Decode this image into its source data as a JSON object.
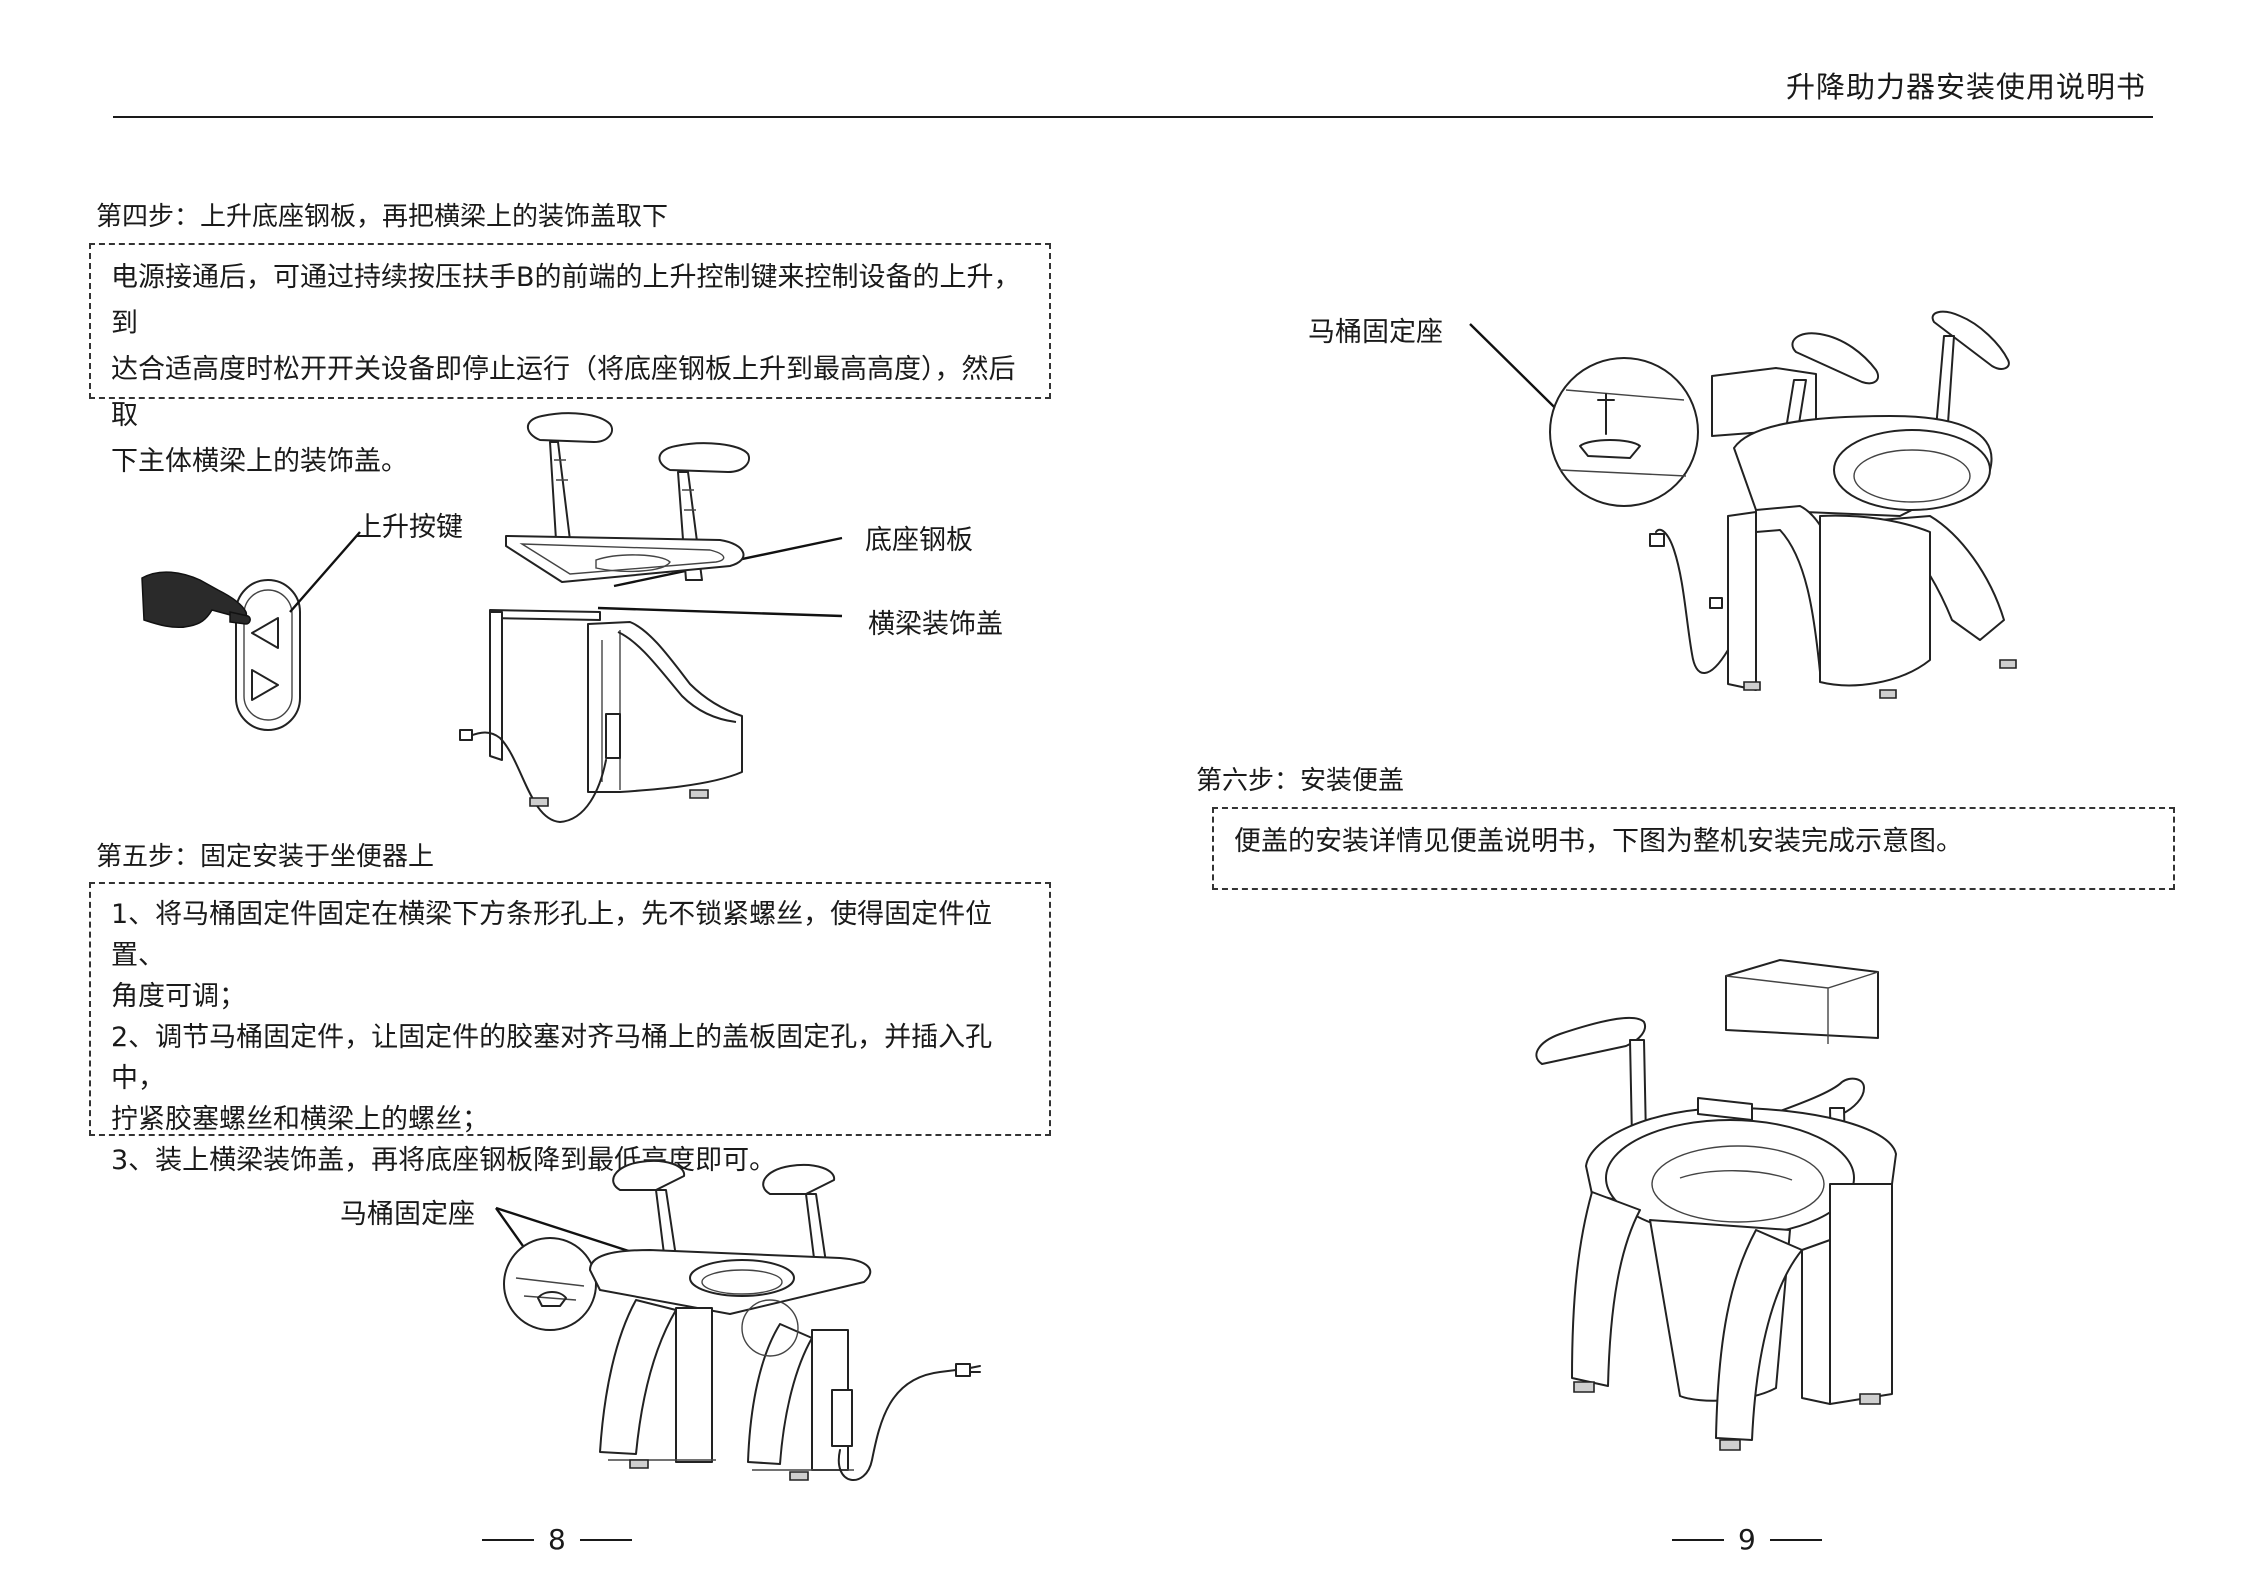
{
  "header": {
    "title": "升降助力器安装使用说明书"
  },
  "step4": {
    "heading": "第四步：上升底座钢板，再把横梁上的装饰盖取下",
    "lines": [
      "电源接通后，可通过持续按压扶手B的前端的上升控制键来控制设备的上升，到",
      "达合适高度时松开开关设备即停止运行（将底座钢板上升到最高高度），然后取",
      "下主体横梁上的装饰盖。"
    ],
    "callouts": {
      "button": "上升按键",
      "plate": "底座钢板",
      "cover": "横梁装饰盖"
    }
  },
  "step5": {
    "heading": "第五步：固定安装于坐便器上",
    "lines": [
      "1、将马桶固定件固定在横梁下方条形孔上，先不锁紧螺丝，使得固定件位置、",
      "角度可调；",
      "2、调节马桶固定件，让固定件的胶塞对齐马桶上的盖板固定孔，并插入孔中，",
      "拧紧胶塞螺丝和横梁上的螺丝；",
      "3、装上横梁装饰盖，再将底座钢板降到最低高度即可。"
    ],
    "callouts": {
      "mount": "马桶固定座"
    }
  },
  "fig_top_right": {
    "callout": "马桶固定座"
  },
  "step6": {
    "heading": "第六步：安装便盖",
    "lines": [
      "便盖的安装详情见便盖说明书，下图为整机安装完成示意图。"
    ]
  },
  "pages": {
    "left": "8",
    "right": "9"
  },
  "icons": {
    "hand": "pointing-hand-icon",
    "up": "triangle-left-icon",
    "down": "triangle-right-icon"
  }
}
